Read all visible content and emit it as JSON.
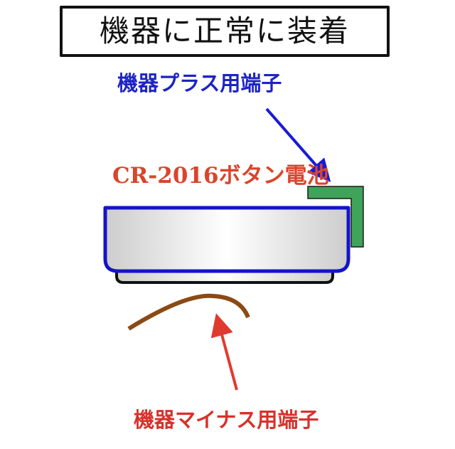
{
  "title": "機器に正常に装着",
  "labels": {
    "plus_terminal": "機器プラス用端子",
    "battery": "CR-2016ボタン電池",
    "minus_terminal": "機器マイナス用端子"
  },
  "colors": {
    "title_text": "#111111",
    "plus_label": "#1d24c2",
    "plus_arrow": "#1a1ad6",
    "battery_label": "#d9452b",
    "battery_outline": "#1414c8",
    "battery_fill_edge": "#cfcfcf",
    "battery_fill_center": "#ffffff",
    "battery_base_outline": "#111111",
    "plus_terminal_fill": "#3fa35a",
    "minus_terminal": "#8b4a14",
    "minus_label": "#d8312b",
    "minus_arrow": "#e03a2e"
  },
  "diagram": {
    "elements": [
      {
        "id": "plus-terminal",
        "shape": "L-bracket",
        "description": "green L-shaped positive contact at top right of battery"
      },
      {
        "id": "battery-top",
        "shape": "rounded-rect",
        "description": "battery body, blue outline"
      },
      {
        "id": "battery-base",
        "shape": "rounded-rect",
        "description": "battery bottom step, black outline"
      },
      {
        "id": "minus-terminal",
        "shape": "curve",
        "description": "brown curved negative contact beneath battery"
      },
      {
        "id": "plus-arrow",
        "shape": "arrow",
        "from": "plus-label",
        "to": "plus-terminal"
      },
      {
        "id": "minus-arrow",
        "shape": "arrow",
        "from": "minus-label",
        "to": "minus-terminal"
      }
    ]
  }
}
